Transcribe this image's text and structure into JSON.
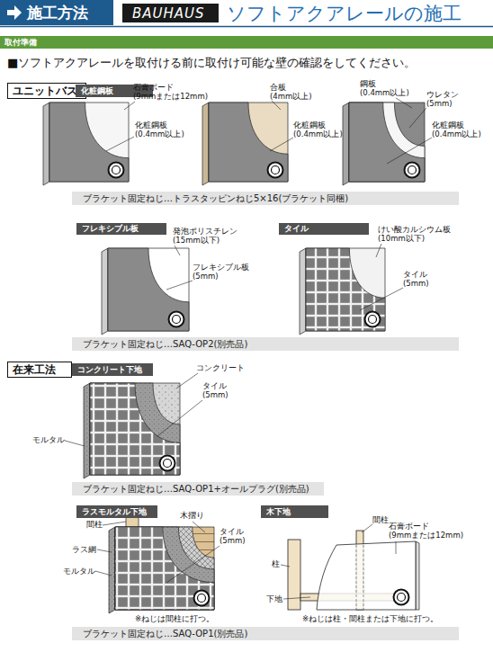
{
  "diagram": {
    "title": "ソフトアクアレールの施工",
    "nodes": [
      {
        "text": [
          "施工方法"
        ]
      },
      {
        "text": [
          "BAUHAUS"
        ]
      },
      {
        "text": [
          "取付準備"
        ]
      },
      {
        "text": [
          "ユニットバス"
        ]
      },
      {
        "text": [
          "化粧鋼板"
        ]
      },
      {
        "text": [
          "ブラケット固定ねじ…トラスタッピンねじ5×16(ブラケット同梱)"
        ]
      },
      {
        "text": [
          "フレキシブル板"
        ]
      },
      {
        "text": [
          "タイル"
        ]
      },
      {
        "text": [
          "ブラケット固定ねじ…SAQ-OP2(別売品)"
        ]
      },
      {
        "text": [
          "在来工法"
        ]
      },
      {
        "text": [
          "コンクリート下地"
        ]
      },
      {
        "text": [
          "ブラケット固定ねじ…SAQ-OP1+オールプラグ(別売品)"
        ]
      },
      {
        "text": [
          "ラスモルタル下地"
        ]
      },
      {
        "text": [
          "木下地"
        ]
      },
      {
        "text": [
          "ブラケット固定ねじ…SAQ-OP1(別売品)"
        ]
      }
    ],
    "labels": [
      "■ソフトアクアレールを取付ける前に取付け可能な壁の確認をしてください。",
      "石膏ボード (9mmまたは12mm)",
      "化粧鋼板 (0.4mm以上)",
      "合板 (4mm以上)",
      "化粧鋼板 (0.4mm以上)",
      "鋼板 (0.4mm以上)",
      "ウレタン (5mm)",
      "化粧鋼板 (0.4mm以上)",
      "発泡ポリスチレン (15mm以下)",
      "フレキシブル板 (5mm)",
      "けい酸カルシウム板 (10mm以下)",
      "タイル (5mm)",
      "コンクリート",
      "タイル (5mm)",
      "モルタル",
      "間柱",
      "木摺り",
      "タイル (5mm)",
      "ラス網",
      "モルタル",
      "※ねじは間柱に打つ。",
      "間柱",
      "石膏ボード (9mmまたは12mm)",
      "柱",
      "下地",
      "※ねじは柱・間柱または下地に打つ。"
    ]
  }
}
